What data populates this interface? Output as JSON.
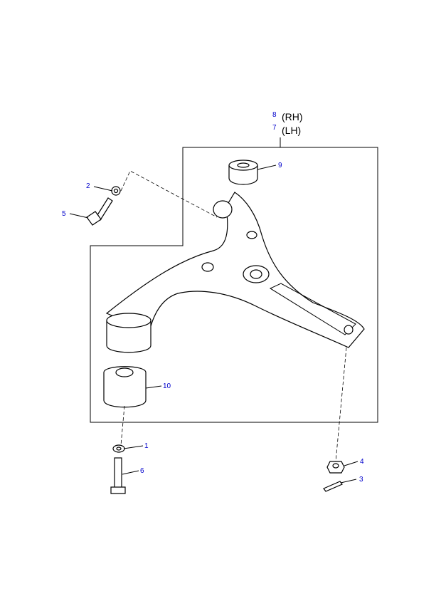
{
  "diagram": {
    "callouts": [
      {
        "id": "1",
        "label": "1"
      },
      {
        "id": "2",
        "label": "2"
      },
      {
        "id": "3",
        "label": "3"
      },
      {
        "id": "4",
        "label": "4"
      },
      {
        "id": "5",
        "label": "5"
      },
      {
        "id": "6",
        "label": "6"
      },
      {
        "id": "7",
        "label": "7",
        "side": "(LH)"
      },
      {
        "id": "8",
        "label": "8",
        "side": "(RH)"
      },
      {
        "id": "9",
        "label": "9"
      },
      {
        "id": "10",
        "label": "10"
      }
    ],
    "accent_color": "#0000cc"
  }
}
